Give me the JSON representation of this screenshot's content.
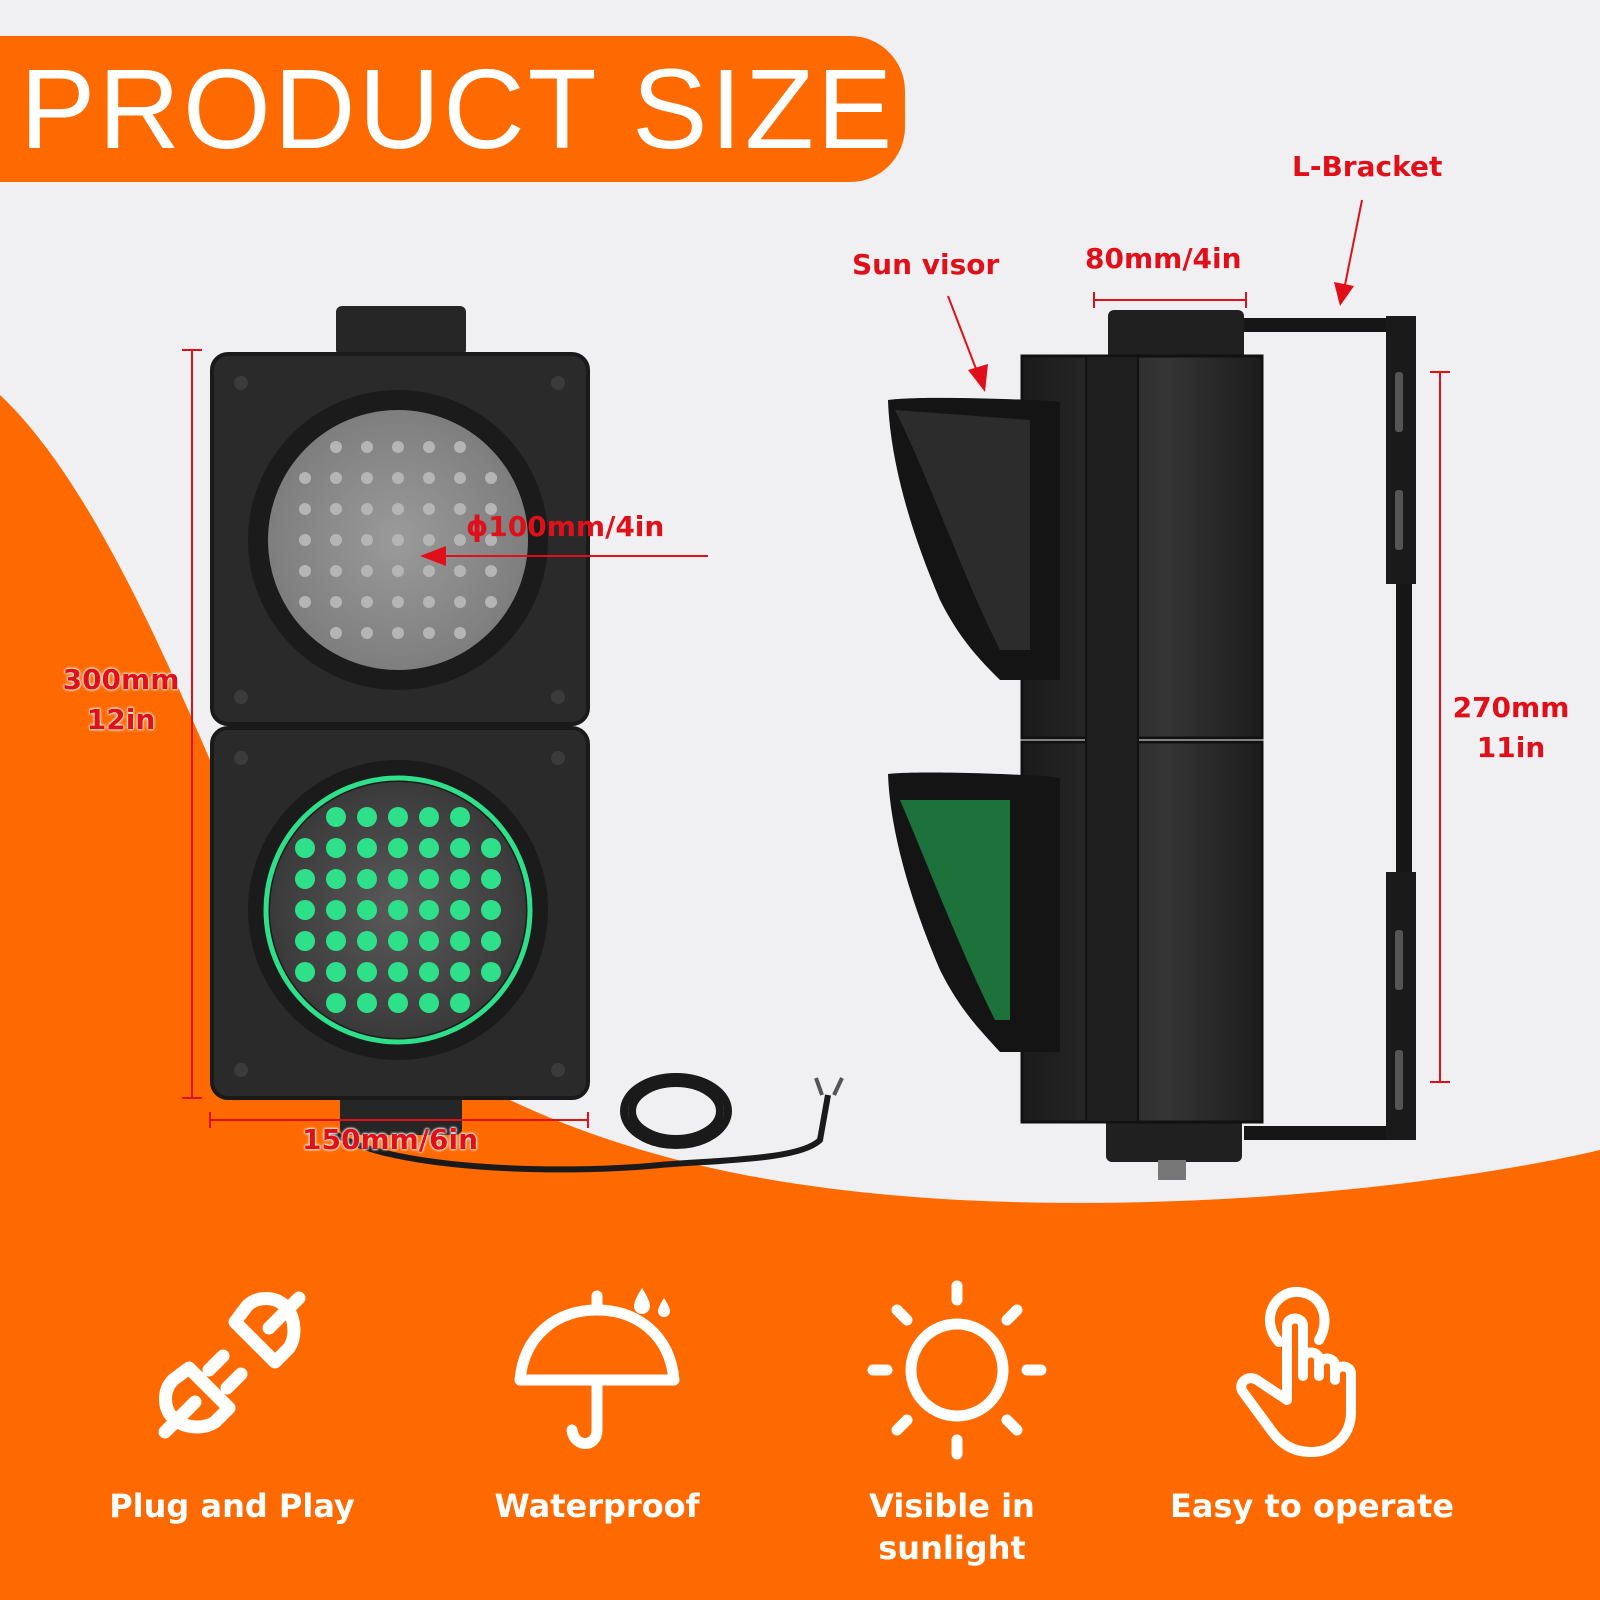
{
  "title": "PRODUCT SIZE",
  "colors": {
    "accent": "#ff6a00",
    "dimension": "#e0101a",
    "light_green": "#2fe08a",
    "housing": "#222222"
  },
  "dimensions": {
    "lens_diameter": "ϕ100mm/4in",
    "height_front": {
      "line1": "300mm",
      "line2": "12in"
    },
    "width_front": "150mm/6in",
    "depth_side": "80mm/4in",
    "height_side": {
      "line1": "270mm",
      "line2": "11in"
    }
  },
  "callouts": {
    "sun_visor": "Sun visor",
    "bracket": "L-Bracket"
  },
  "features": [
    {
      "icon": "plug-icon",
      "label": "Plug and Play"
    },
    {
      "icon": "umbrella-icon",
      "label": "Waterproof"
    },
    {
      "icon": "sun-icon",
      "label": "Visible in sunlight"
    },
    {
      "icon": "hand-pointer-icon",
      "label": "Easy to operate"
    }
  ]
}
